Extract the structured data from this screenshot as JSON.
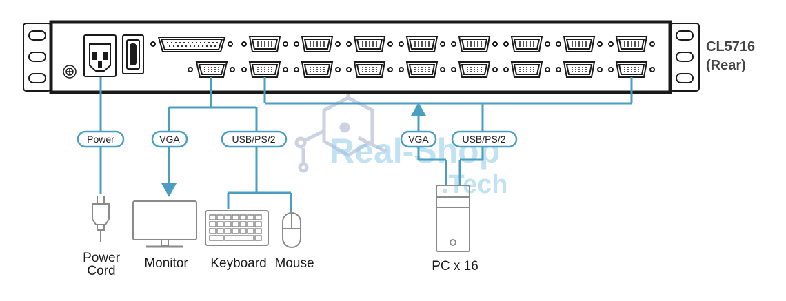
{
  "device": {
    "model": "CL5716",
    "view": "(Rear)",
    "kvm_port_rows": 2,
    "kvm_ports_per_row": 8
  },
  "connections": {
    "left": [
      {
        "label": "Power",
        "target": "Power Cord"
      },
      {
        "label": "VGA",
        "target": "Monitor"
      },
      {
        "label": "USB/PS/2",
        "targets": [
          "Keyboard",
          "Mouse"
        ]
      }
    ],
    "right": [
      {
        "label": "VGA"
      },
      {
        "label": "USB/PS/2"
      }
    ]
  },
  "captions": {
    "power_cord_line1": "Power",
    "power_cord_line2": "Cord",
    "monitor": "Monitor",
    "keyboard": "Keyboard",
    "mouse": "Mouse",
    "pc": "PC x 16"
  },
  "watermark": {
    "line1": "Real-Shop",
    "line2": ".Tech"
  },
  "colors": {
    "cable": "#4a9fc0",
    "outline": "#1a1a1a",
    "device_gray": "#9a9a9a"
  }
}
